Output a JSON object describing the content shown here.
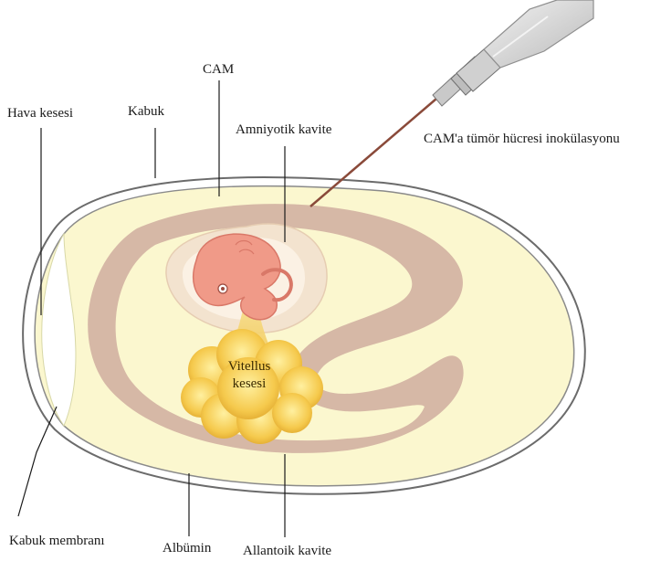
{
  "labels": {
    "hava_kesesi": "Hava kesesi",
    "kabuk": "Kabuk",
    "cam": "CAM",
    "amniyotik_kavite": "Amniyotik kavite",
    "inokulasyon": "CAM'a tümör hücresi inokülasyonu",
    "vitellus_line1": "Vitellus",
    "vitellus_line2": "kesesi",
    "kabuk_membrani": "Kabuk membranı",
    "albumin": "Albümin",
    "allantoik_kavite": "Allantoik kavite"
  },
  "colors": {
    "shell_outline": "#6b6b6b",
    "albumen": "#fbf7cf",
    "allantois": "#d6b8a6",
    "amnion": "#f3e3cf",
    "embryo": "#f09a88",
    "yolk": "#f5c94c",
    "needle": "#8a4a3a",
    "syringe_body": "#d8d8d8",
    "leader_line": "#1a1a1a"
  },
  "icons": {
    "syringe": "syringe-icon",
    "embryo": "embryo-icon",
    "egg": "egg-icon"
  }
}
